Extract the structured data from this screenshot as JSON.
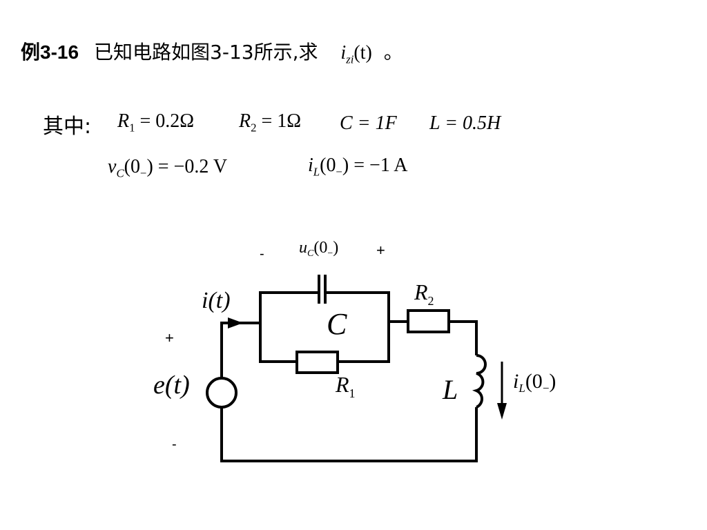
{
  "title": {
    "example_num": "例3-16",
    "text": "已知电路如图3-13所示,求",
    "target_sym": "i",
    "target_sub": "zi",
    "target_arg": "(t)",
    "period": "。"
  },
  "params": {
    "label": "其中:",
    "r1": {
      "sym": "R",
      "sub": "1",
      "rest": " = 0.2Ω"
    },
    "r2": {
      "sym": "R",
      "sub": "2",
      "rest": " = 1Ω"
    },
    "c": {
      "text": "C = 1F"
    },
    "l": {
      "text": "L = 0.5H"
    },
    "vc": {
      "sym": "v",
      "sub": "C",
      "arg": "(0",
      "argsub": "−",
      "rest": ") = −0.2 V"
    },
    "il": {
      "sym": "i",
      "sub": "L",
      "arg": "(0",
      "argsub": "−",
      "rest": ") = −1  A"
    }
  },
  "circuit": {
    "uc_label": {
      "sym": "u",
      "sub": "C",
      "arg": "(0",
      "argsub": "−",
      "close": ")"
    },
    "uc_minus": "-",
    "uc_plus": "+",
    "current_label": "i(t)",
    "source_label": "e(t)",
    "source_plus": "+",
    "source_minus": "-",
    "c_label": "C",
    "r1_label": {
      "sym": "R",
      "sub": "1"
    },
    "r2_label": {
      "sym": "R",
      "sub": "2"
    },
    "l_label": "L",
    "il_label": {
      "sym": "i",
      "sub": "L",
      "arg": "(0",
      "argsub": "−",
      "close": ")"
    }
  }
}
